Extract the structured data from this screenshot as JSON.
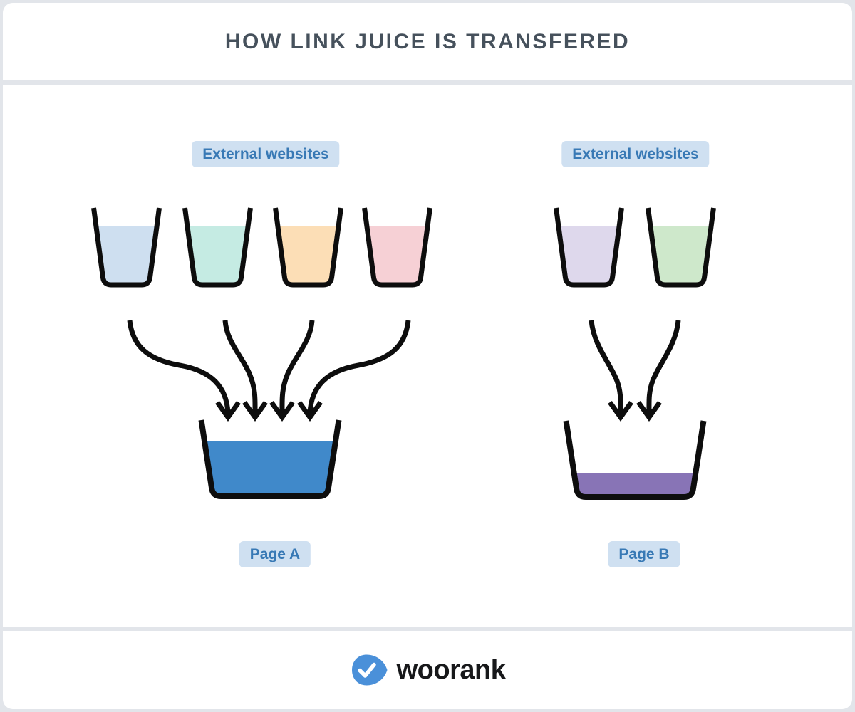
{
  "page": {
    "background_color": "#e2e5ea",
    "card_color": "#ffffff"
  },
  "header": {
    "title": "HOW LINK JUICE IS TRANSFERED",
    "title_color": "#46515c"
  },
  "diagram": {
    "outline_color": "#0d0d0d",
    "label_bg_color": "#cfe0f1",
    "label_text_color": "#3879b5",
    "left_group": {
      "label": "External websites",
      "cups": [
        {
          "name": "external-site-cup-1",
          "fill": "#cedff0"
        },
        {
          "name": "external-site-cup-2",
          "fill": "#c5ebe3"
        },
        {
          "name": "external-site-cup-3",
          "fill": "#fcdeb6"
        },
        {
          "name": "external-site-cup-4",
          "fill": "#f6d0d5"
        }
      ],
      "arrow_count": 4,
      "target": {
        "label": "Page A",
        "fill": "#4089ca",
        "fill_level": "high"
      }
    },
    "right_group": {
      "label": "External websites",
      "cups": [
        {
          "name": "external-site-cup-5",
          "fill": "#ded8ec"
        },
        {
          "name": "external-site-cup-6",
          "fill": "#cee8cb"
        }
      ],
      "arrow_count": 2,
      "target": {
        "label": "Page B",
        "fill": "#8874b6",
        "fill_level": "low"
      }
    }
  },
  "footer": {
    "brand": "woorank",
    "logo_color": "#4a90d9",
    "logo_check_color": "#ffffff",
    "wordmark_color": "#17181a"
  }
}
